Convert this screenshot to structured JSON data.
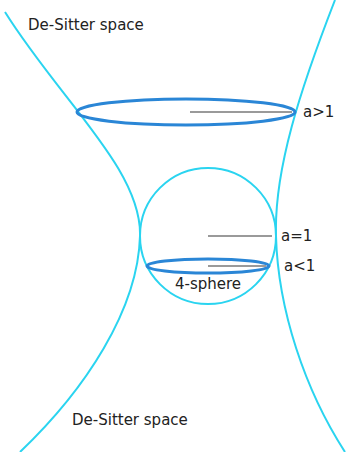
{
  "diagram": {
    "labels": [
      "De-Sitter space",
      "a>1",
      "a=1",
      "a<1",
      "4-sphere",
      "De-Sitter space"
    ]
  }
}
